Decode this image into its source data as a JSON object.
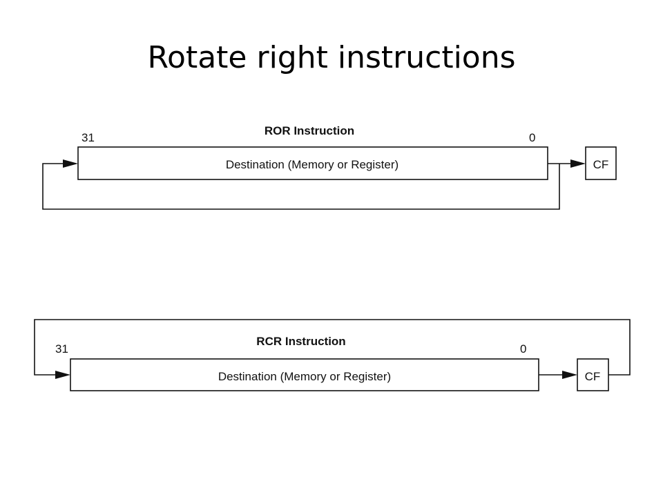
{
  "slide": {
    "title": "Rotate right instructions"
  },
  "diagrams": {
    "ror": {
      "heading": "ROR Instruction",
      "msb_label": "31",
      "lsb_label": "0",
      "destination_label": "Destination (Memory or Register)",
      "flag_label": "CF"
    },
    "rcr": {
      "heading": "RCR Instruction",
      "msb_label": "31",
      "lsb_label": "0",
      "destination_label": "Destination (Memory or Register)",
      "flag_label": "CF"
    }
  }
}
